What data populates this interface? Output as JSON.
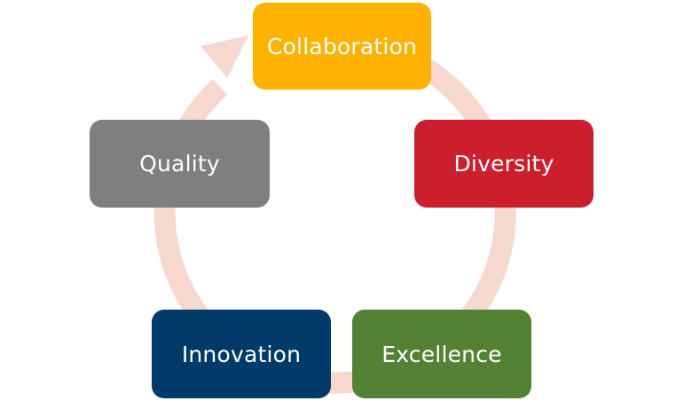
{
  "diagram": {
    "type": "cycle",
    "ring_color": "#F7D8CE",
    "nodes": [
      {
        "id": "collaboration",
        "label": "Collaboration",
        "color": "#FFB300"
      },
      {
        "id": "diversity",
        "label": "Diversity",
        "color": "#CC1F2E"
      },
      {
        "id": "excellence",
        "label": "Excellence",
        "color": "#548235"
      },
      {
        "id": "innovation",
        "label": "Innovation",
        "color": "#003A69"
      },
      {
        "id": "quality",
        "label": "Quality",
        "color": "#7F7F7F"
      }
    ]
  }
}
